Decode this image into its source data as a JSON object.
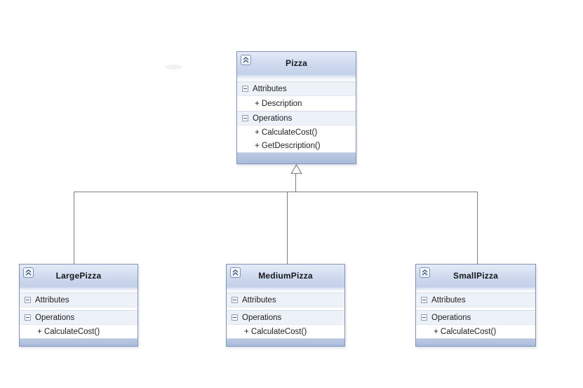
{
  "diagram": {
    "classes": [
      {
        "name": "Pizza",
        "collapse_icon": "chevron-double-up",
        "sections": [
          {
            "label": "Attributes",
            "icon": "minus-box",
            "members": [
              "+ Description"
            ]
          },
          {
            "label": "Operations",
            "icon": "minus-box",
            "members": [
              "+ CalculateCost()",
              "+ GetDescription()"
            ]
          }
        ]
      },
      {
        "name": "LargePizza",
        "collapse_icon": "chevron-double-up",
        "sections": [
          {
            "label": "Attributes",
            "icon": "minus-box",
            "members": []
          },
          {
            "label": "Operations",
            "icon": "minus-box",
            "members": [
              "+ CalculateCost()"
            ]
          }
        ]
      },
      {
        "name": "MediumPizza",
        "collapse_icon": "chevron-double-up",
        "sections": [
          {
            "label": "Attributes",
            "icon": "minus-box",
            "members": []
          },
          {
            "label": "Operations",
            "icon": "minus-box",
            "members": [
              "+ CalculateCost()"
            ]
          }
        ]
      },
      {
        "name": "SmallPizza",
        "collapse_icon": "chevron-double-up",
        "sections": [
          {
            "label": "Attributes",
            "icon": "minus-box",
            "members": []
          },
          {
            "label": "Operations",
            "icon": "minus-box",
            "members": [
              "+ CalculateCost()"
            ]
          }
        ]
      }
    ],
    "relationships": [
      {
        "type": "inheritance",
        "from": "LargePizza",
        "to": "Pizza"
      },
      {
        "type": "inheritance",
        "from": "MediumPizza",
        "to": "Pizza"
      },
      {
        "type": "inheritance",
        "from": "SmallPizza",
        "to": "Pizza"
      }
    ]
  },
  "colors": {
    "canvas": "#ffffff",
    "box_border": "#8294b6",
    "header_top": "#e4ebf7",
    "header_bottom": "#c2d0e8",
    "section_bg": "#edf1f8",
    "section_border": "#d9dfe9",
    "member_bg": "#ffffff",
    "footer_bg": "#aabcdb",
    "text": "#1c1e21",
    "connector_line": "#7d7d7d",
    "chevron_glyph": "#3d5a85"
  }
}
